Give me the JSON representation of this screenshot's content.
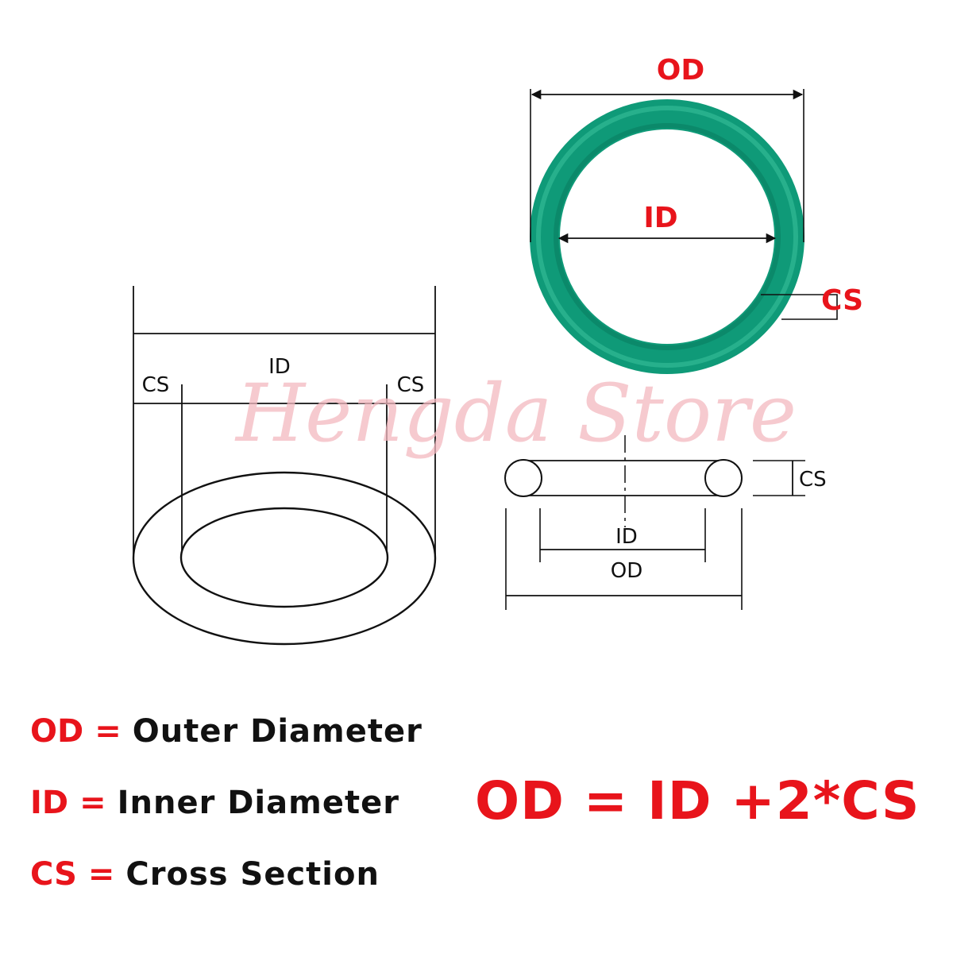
{
  "watermark": "Hengda Store",
  "colors": {
    "ring_green": "#0f9a78",
    "label_red": "#e8141b",
    "line_black": "#111111",
    "watermark_pink": "#f3b9c0"
  },
  "green_ring": {
    "od_label": "OD",
    "id_label": "ID",
    "cs_label": "CS"
  },
  "perspective_ring": {
    "id_label": "ID",
    "cs_left_label": "CS",
    "cs_right_label": "CS"
  },
  "cross_section": {
    "cs_label": "CS",
    "id_label": "ID",
    "od_label": "OD"
  },
  "legend": {
    "od": {
      "abbr": "OD",
      "eq": "=",
      "desc": "Outer Diameter"
    },
    "id": {
      "abbr": "ID",
      "eq": "=",
      "desc": "Inner Diameter"
    },
    "cs": {
      "abbr": "CS",
      "eq": "=",
      "desc": "Cross Section"
    }
  },
  "formula": "OD = ID +2*CS"
}
